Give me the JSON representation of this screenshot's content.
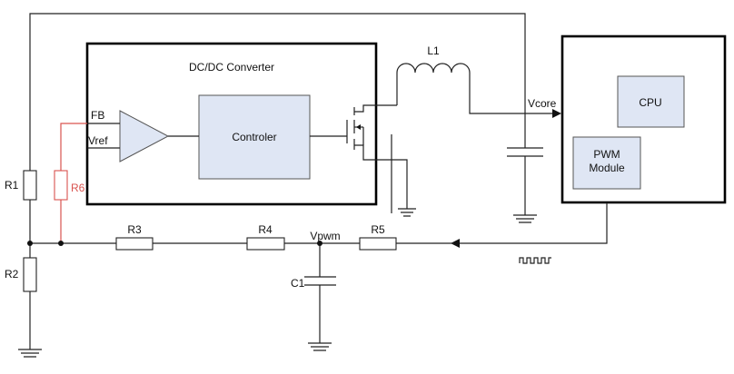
{
  "diagram": {
    "converter": {
      "title": "DC/DC Converter",
      "controller_label": "Controler",
      "fb_label": "FB",
      "vref_label": "Vref"
    },
    "inductor": {
      "label": "L1"
    },
    "load": {
      "vcore_label": "Vcore",
      "cpu_label": "CPU",
      "pwm_line1": "PWM",
      "pwm_line2": "Module"
    },
    "resistors": {
      "r1": "R1",
      "r2": "R2",
      "r3": "R3",
      "r4": "R4",
      "r5": "R5",
      "r6": "R6"
    },
    "capacitor": {
      "c1": "C1"
    },
    "node": {
      "vpwm": "Vpwm"
    }
  }
}
